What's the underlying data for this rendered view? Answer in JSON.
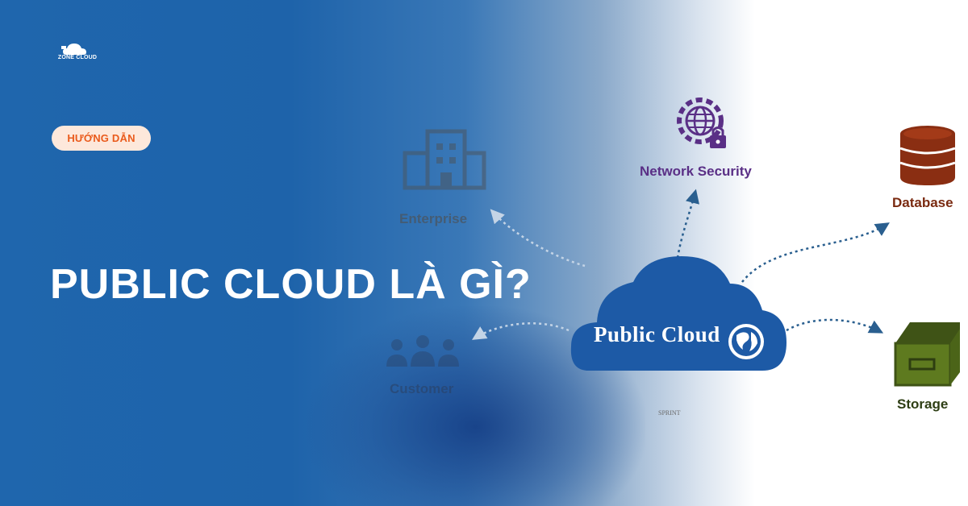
{
  "brand": {
    "logo_text": "ZONE CLOUD"
  },
  "badge": {
    "label": "HƯỚNG DẪN",
    "bg_color": "#fde8db",
    "text_color": "#ea5b1c"
  },
  "headline": {
    "text": "PUBLIC CLOUD LÀ GÌ?"
  },
  "diagram": {
    "center": {
      "label": "Public Cloud",
      "icon": "globe-icon",
      "color": "#1d5aa6"
    },
    "nodes": [
      {
        "label": "Enterprise",
        "icon": "building-icon",
        "color": "#4a5560"
      },
      {
        "label": "Network Security",
        "icon": "gear-lock-icon",
        "color": "#5a2f86"
      },
      {
        "label": "Database",
        "icon": "database-icon",
        "color": "#7a2a10"
      },
      {
        "label": "Storage",
        "icon": "storage-box-icon",
        "color": "#4f6a1a"
      },
      {
        "label": "Customer",
        "icon": "people-icon",
        "color": "#2b3f60"
      }
    ],
    "watermark": "SPRINT"
  },
  "colors": {
    "primary_blue": "#1f66ad",
    "headline": "#ffffff"
  }
}
